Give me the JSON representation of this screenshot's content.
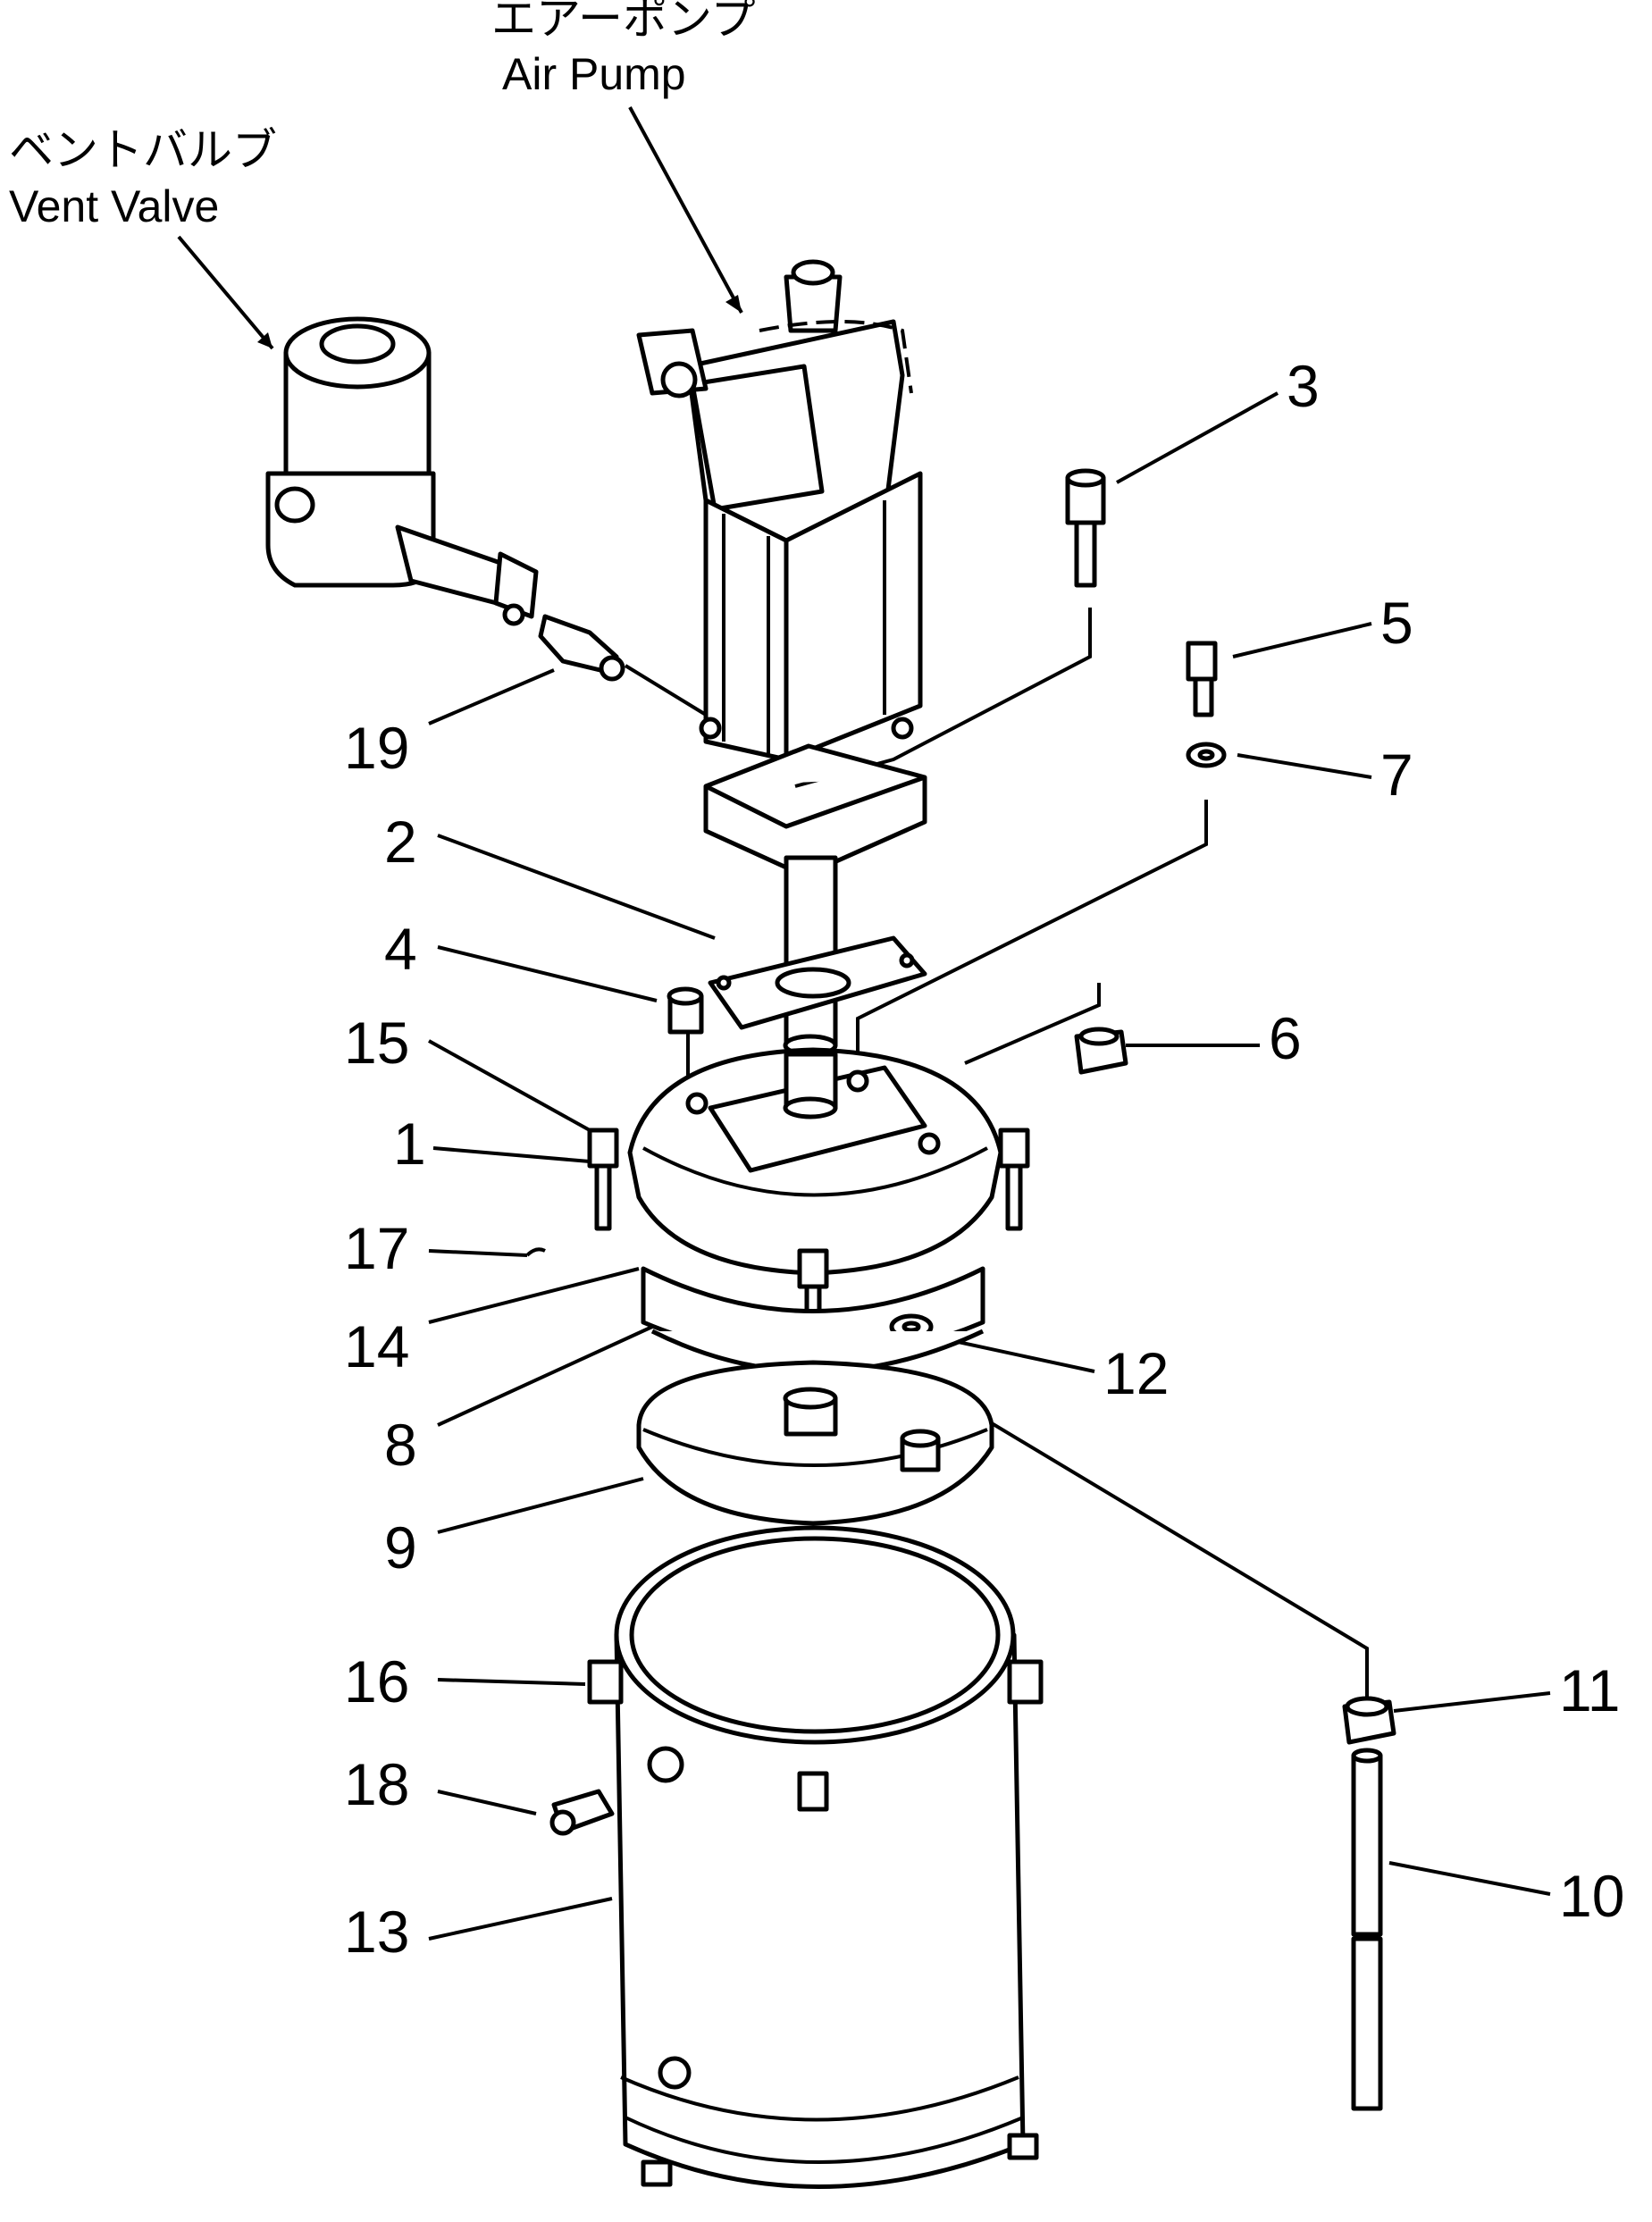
{
  "labels": {
    "air_pump_jp": "エアーポンプ",
    "air_pump_en": "Air Pump",
    "vent_valve_jp": "ベントバルブ",
    "vent_valve_en": "Vent Valve"
  },
  "part_numbers": {
    "p1": "1",
    "p2": "2",
    "p3": "3",
    "p4": "4",
    "p5": "5",
    "p6": "6",
    "p7": "7",
    "p8": "8",
    "p9": "9",
    "p10": "10",
    "p11": "11",
    "p12": "12",
    "p13": "13",
    "p14": "14",
    "p15": "15",
    "p16": "16",
    "p17": "17",
    "p18": "18",
    "p19": "19"
  }
}
